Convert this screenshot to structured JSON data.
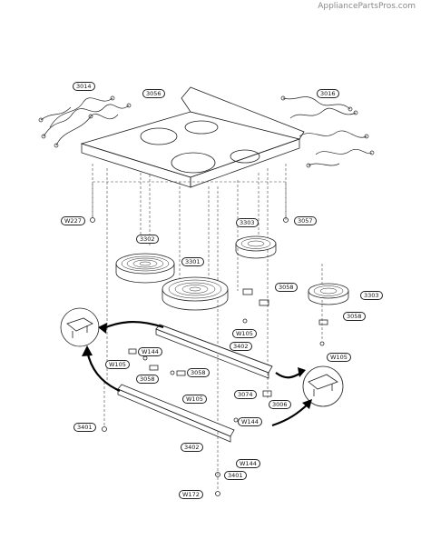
{
  "watermark": "AppliancePartsPros.com",
  "labels": {
    "l3014": "3014",
    "l3056": "3056",
    "l3016": "3016",
    "lW227": "W227",
    "l3057": "3057",
    "l3303a": "3303",
    "l3302": "3302",
    "l3301": "3301",
    "l3058a": "3058",
    "l3303b": "3303",
    "l3058b": "3058",
    "lW105a": "W105",
    "l3402a": "3402",
    "lW144a": "W144",
    "lW105b": "W105",
    "lW105c": "W105",
    "l3058c": "3058",
    "l3058d": "3058",
    "lW105d": "W105",
    "l3074": "3074",
    "l3006": "3006",
    "lW144b": "W144",
    "l3401a": "3401",
    "l3402b": "3402",
    "lW144c": "W144",
    "l3401b": "3401",
    "lW172": "W172"
  }
}
